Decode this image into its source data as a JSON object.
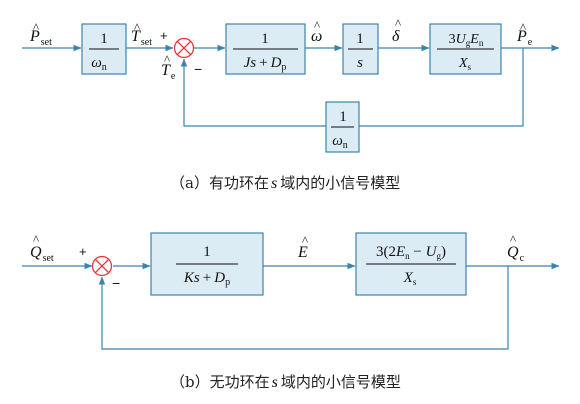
{
  "colors": {
    "line": "#3b84ad",
    "block_fill": "#dcecf5",
    "block_stroke": "#3b84ad",
    "sum_stroke": "#e8333a",
    "text": "#111111"
  },
  "diagram_a": {
    "caption_prefix": "（a）有功环在",
    "caption_var": "s",
    "caption_suffix": "域内的小信号模型",
    "in_sym": "P",
    "in_sub": "set",
    "b1_num": "1",
    "b1_den_sym": "ω",
    "b1_den_sub": "n",
    "t_sym": "T",
    "t_sub": "set",
    "plus": "+",
    "minus": "−",
    "fb_sym": "T",
    "fb_sub": "e",
    "b2_num": "1",
    "b2_den_a": "Js",
    "b2_den_op": "+",
    "b2_den_b": "D",
    "b2_den_b_sub": "p",
    "w_sym": "ω",
    "b3_num": "1",
    "b3_den": "s",
    "d_sym": "δ",
    "b4_num_coef": "3",
    "b4_num_u": "U",
    "b4_num_u_sub": "g",
    "b4_num_e": "E",
    "b4_num_e_sub": "n",
    "b4_den": "X",
    "b4_den_sub": "s",
    "out_sym": "P",
    "out_sub": "e",
    "bfb_num": "1",
    "bfb_den_sym": "ω",
    "bfb_den_sub": "n"
  },
  "diagram_b": {
    "caption_prefix": "（b）无功环在",
    "caption_var": "s",
    "caption_suffix": "域内的小信号模型",
    "in_sym": "Q",
    "in_sub": "set",
    "plus": "+",
    "minus": "−",
    "b1_num": "1",
    "b1_den_a": "Ks",
    "b1_den_op": "+",
    "b1_den_b": "D",
    "b1_den_b_sub": "p",
    "e_sym": "E",
    "b2_num_pre": "3(2",
    "b2_num_e": "E",
    "b2_num_e_sub": "n",
    "b2_num_op": " − ",
    "b2_num_u": "U",
    "b2_num_u_sub": "g",
    "b2_num_post": ")",
    "b2_den": "X",
    "b2_den_sub": "s",
    "out_sym": "Q",
    "out_sub": "c"
  }
}
